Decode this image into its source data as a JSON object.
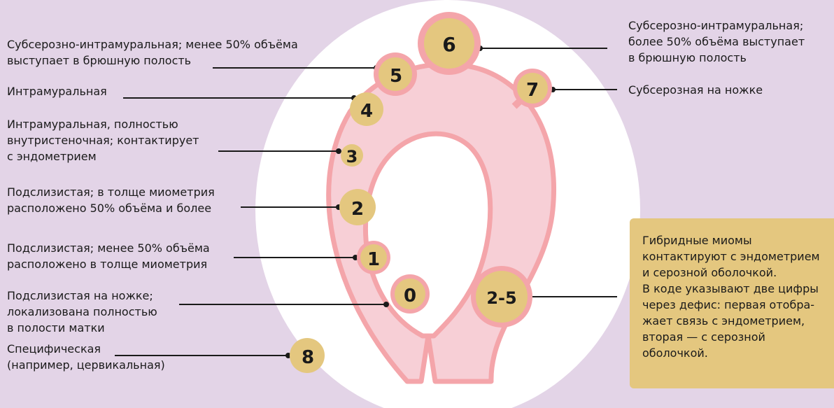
{
  "labels": {
    "type5": "Субсерозно-интрамуральная; менее 50% объёма\nвыступает в брюшную полость",
    "type4": "Интрамуральная",
    "type3": "Интрамуральная, полностью\nвнутристеночная; контактирует\nс эндометрием",
    "type2": "Подслизистая; в толще миометрия\nрасположено 50% объёма и более",
    "type1": "Подслизистая; менее 50% объёма\nрасположено в толще миометрия",
    "type0": "Подслизистая на ножке;\nлокализована полностью\nв полости матки",
    "type8": "Специфическая\n(например, цервикальная)",
    "type6": "Субсерозно-интрамуральная;\nболее 50% объёма выступает\nв брюшную полость",
    "type7": "Субсерозная на ножке"
  },
  "nodes": {
    "n0": "0",
    "n1": "1",
    "n2": "2",
    "n3": "3",
    "n4": "4",
    "n5": "5",
    "n6": "6",
    "n7": "7",
    "n8": "8",
    "n25": "2-5"
  },
  "hybrid_note": "Гибридные миомы\nконтактируют с эндометрием\nи серозной оболочкой.\nВ коде указывают две цифры\nчерез дефис: первая отобра-\nжает связь с эндометрием,\nвторая — с серозной\nоболочкой.",
  "colors": {
    "background": "#e3d4e7",
    "ellipse": "#ffffff",
    "uterus_fill": "#f7cfd6",
    "uterus_outline": "#f4a5aa",
    "fibroid": "#e4c77f",
    "note_bg": "#e4c77f"
  }
}
